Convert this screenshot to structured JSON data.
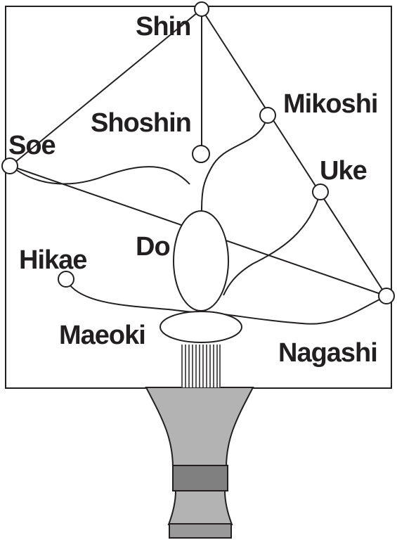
{
  "labels": {
    "shin": "Shin",
    "shoshin": "Shoshin",
    "mikoshi": "Mikoshi",
    "soe": "Soe",
    "uke": "Uke",
    "do": "Do",
    "hikae": "Hikae",
    "maeoki": "Maeoki",
    "nagashi": "Nagashi"
  },
  "colors": {
    "line": "#231f20",
    "vase_body": "#b3b3b3",
    "vase_band": "#808080",
    "vase_base": "#999999",
    "background": "#ffffff"
  }
}
